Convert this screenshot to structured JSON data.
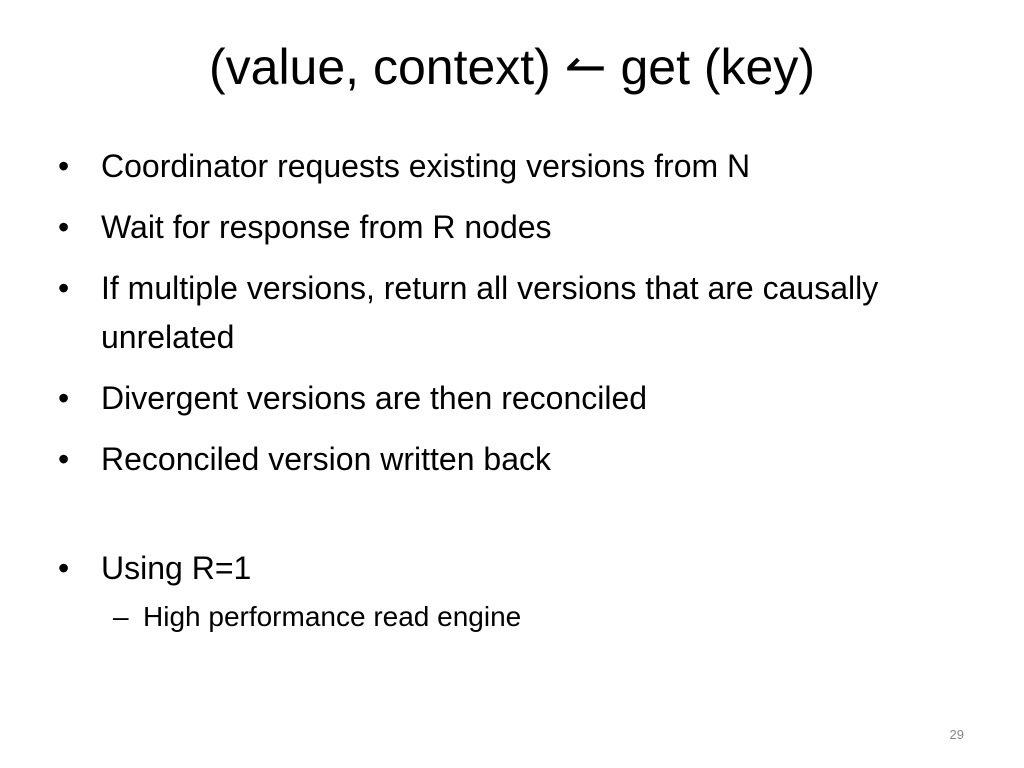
{
  "slide": {
    "title": "(value, context) ↼ get (key)",
    "bullet_marker": "•",
    "sub_marker": "–",
    "bullets": [
      {
        "text": "Coordinator requests existing versions from N"
      },
      {
        "text": "Wait for response from R nodes"
      },
      {
        "text": "If multiple versions, return all versions that are causally unrelated"
      },
      {
        "text": "Divergent versions are then reconciled"
      },
      {
        "text": "Reconciled version written back"
      },
      {
        "text": "Using R=1",
        "sub": [
          "High performance read engine"
        ]
      }
    ],
    "page_number": "29"
  }
}
